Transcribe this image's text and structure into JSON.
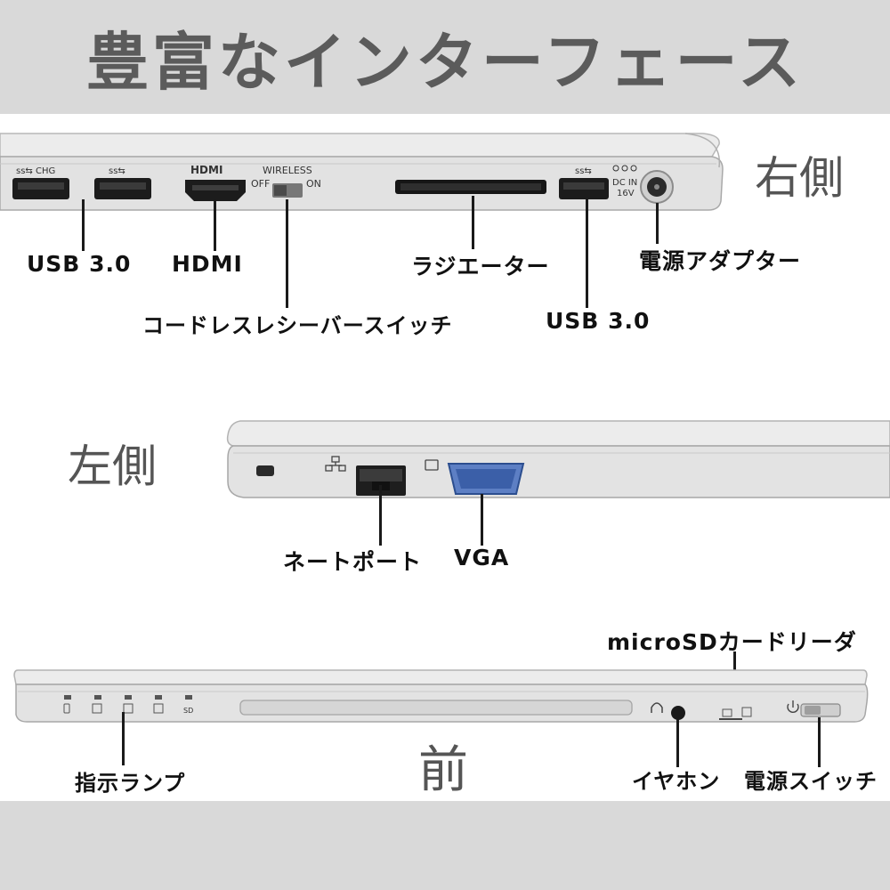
{
  "title": "豊富なインターフェース",
  "right_side": {
    "heading": "右側",
    "printed": {
      "ss_chg": "ss⇆ CHG",
      "ss1": "ss⇆",
      "hdmi": "HDMI",
      "wireless": "WIRELESS",
      "off": "OFF",
      "on": "ON",
      "ss2": "ss⇆",
      "dcin": "DC IN",
      "volt": "16V"
    },
    "labels": {
      "usb_left": "USB 3.0",
      "hdmi": "HDMI",
      "wireless_switch": "コードレスレシーバースイッチ",
      "radiator": "ラジエーター",
      "usb_right": "USB 3.0",
      "power_adapter": "電源アダプター"
    }
  },
  "left_side": {
    "heading": "左側",
    "labels": {
      "lan": "ネートポート",
      "vga": "VGA"
    }
  },
  "front": {
    "heading": "前",
    "printed": {
      "sd": "SD"
    },
    "labels": {
      "indicators": "指示ランプ",
      "microsd": "microSDカードリーダ",
      "earphone": "イヤホン",
      "power_switch": "電源スイッチ"
    }
  },
  "colors": {
    "band": "#d9d9d9",
    "title": "#5b5b5b",
    "vga_port": "#3b5fa8",
    "chassis": "#e4e4e4"
  }
}
